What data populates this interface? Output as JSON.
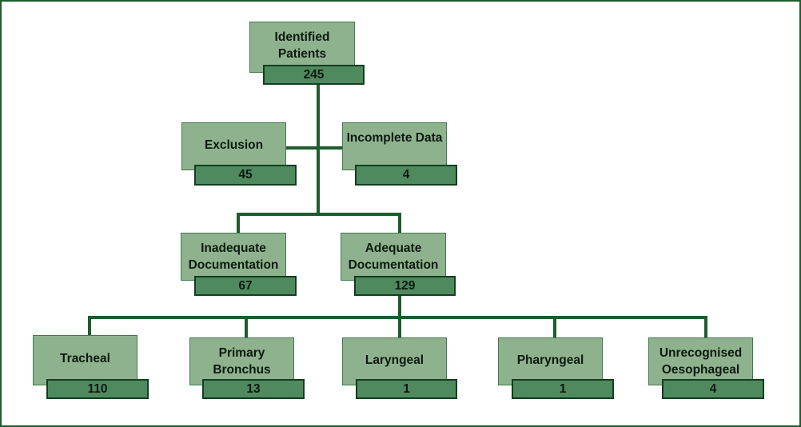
{
  "diagram": {
    "nodes": [
      {
        "id": "identified",
        "label": "Identified Patients",
        "value": "245"
      },
      {
        "id": "exclusion",
        "label": "Exclusion",
        "value": "45"
      },
      {
        "id": "incomplete",
        "label": "Incomplete Data",
        "value": "4"
      },
      {
        "id": "inadequate",
        "label": "Inadequate Documentation",
        "value": "67"
      },
      {
        "id": "adequate",
        "label": "Adequate Documentation",
        "value": "129"
      },
      {
        "id": "tracheal",
        "label": "Tracheal",
        "value": "110"
      },
      {
        "id": "primary-bronchus",
        "label": "Primary Bronchus",
        "value": "13"
      },
      {
        "id": "laryngeal",
        "label": "Laryngeal",
        "value": "1"
      },
      {
        "id": "pharyngeal",
        "label": "Pharyngeal",
        "value": "1"
      },
      {
        "id": "unrecognised",
        "label": "Unrecognised Oesophageal",
        "value": "4"
      }
    ],
    "edges": [
      [
        "identified",
        "exclusion"
      ],
      [
        "identified",
        "incomplete"
      ],
      [
        "identified",
        "inadequate"
      ],
      [
        "identified",
        "adequate"
      ],
      [
        "adequate",
        "tracheal"
      ],
      [
        "adequate",
        "primary-bronchus"
      ],
      [
        "adequate",
        "laryngeal"
      ],
      [
        "adequate",
        "pharyngeal"
      ],
      [
        "adequate",
        "unrecognised"
      ]
    ],
    "colors": {
      "border": "#1e5c2e",
      "line": "#1e5c2e",
      "label_fill": "#8fb28e",
      "value_fill": "#4f8a5f"
    }
  }
}
